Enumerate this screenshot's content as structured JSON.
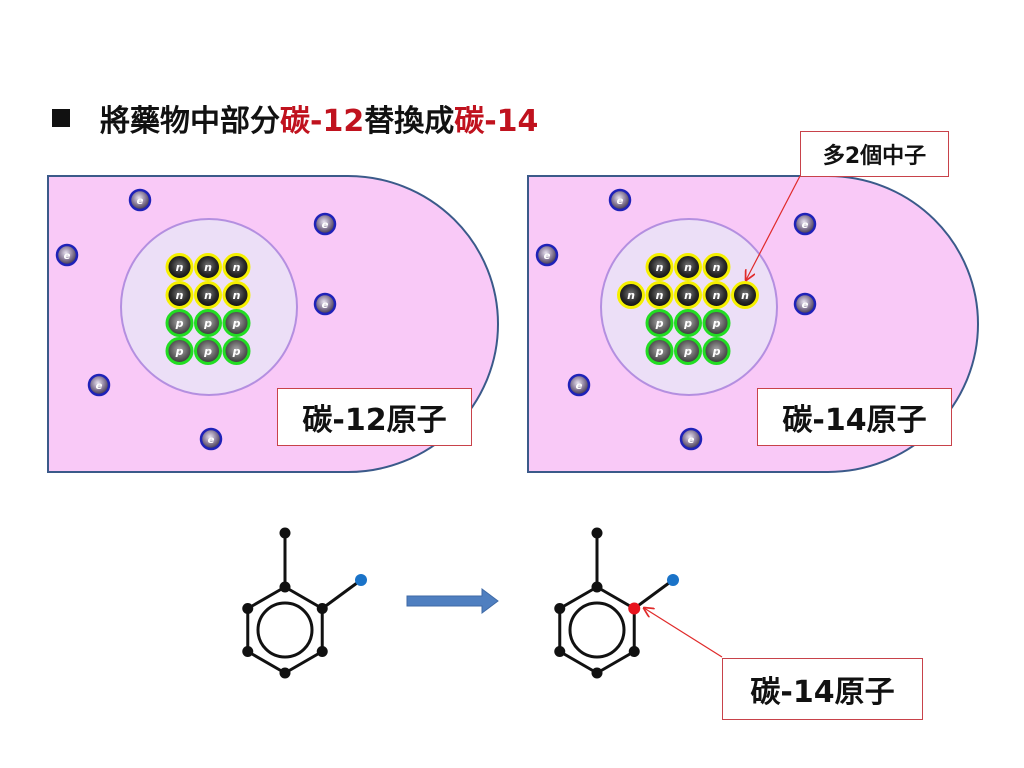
{
  "title": {
    "prefix": "將藥物中部分",
    "highlight_1": "碳-12",
    "middle": "替換成",
    "highlight_2": "碳-14"
  },
  "left_atom": {
    "label": "碳-12原子",
    "neutron_count": 6,
    "proton_count": 6,
    "electron_count": 6
  },
  "right_atom": {
    "label": "碳-14原子",
    "neutron_count": 8,
    "proton_count": 6,
    "electron_count": 6
  },
  "extra_neutrons_note": "多2個中子",
  "molecule_callout": "碳-14原子",
  "particle_symbols": {
    "neutron": "n",
    "proton": "p",
    "electron": "e"
  },
  "colors": {
    "highlight_text": "#c0121e",
    "atom_shell_fill": "#f9c9f7",
    "atom_shell_stroke": "#3b5a8a",
    "nucleus_fill": "#ecdff7",
    "nucleus_stroke": "#b48fe0",
    "neutron_ring": "#f5f000",
    "proton_ring": "#22dd22",
    "electron_ring": "#1f22b8",
    "callout_border": "#c8424a",
    "arrow_fill": "#4f7fc0",
    "substituent_atom": "#1a73c8",
    "labeled_atom": "#e8141e"
  }
}
